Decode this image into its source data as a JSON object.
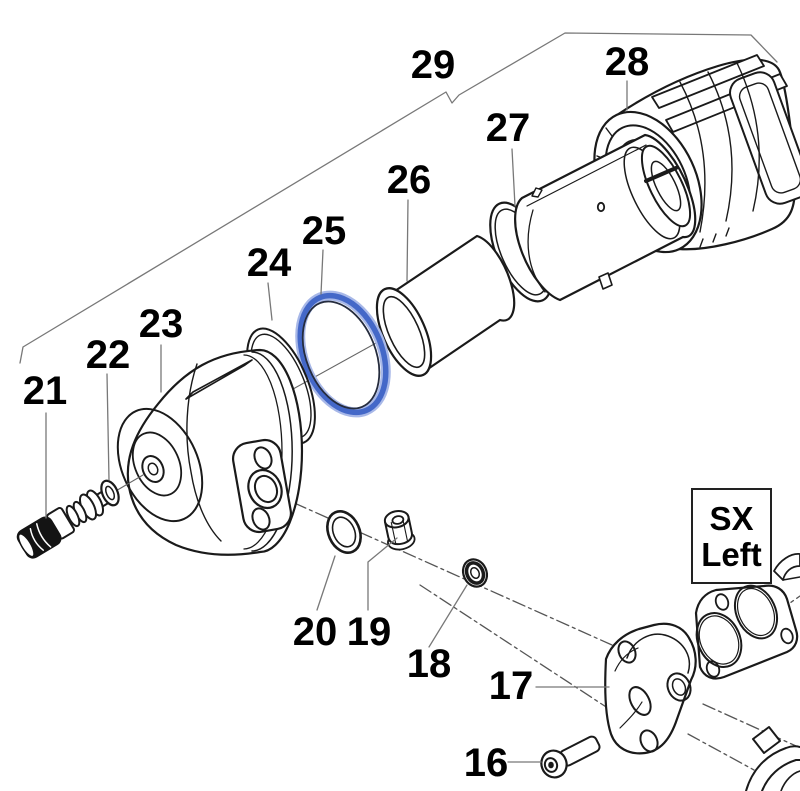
{
  "colors": {
    "background": "#ffffff",
    "line": "#1a1a1a",
    "leader": "#787878",
    "centerline": "#555555",
    "highlight": "#4468c8",
    "highlight_halo": "#a8b8e8",
    "highlight_dark": "#252c3e"
  },
  "callouts": [
    {
      "label": "16"
    },
    {
      "label": "17"
    },
    {
      "label": "18"
    },
    {
      "label": "19"
    },
    {
      "label": "20"
    },
    {
      "label": "21"
    },
    {
      "label": "22"
    },
    {
      "label": "23"
    },
    {
      "label": "24"
    },
    {
      "label": "25"
    },
    {
      "label": "26"
    },
    {
      "label": "27"
    },
    {
      "label": "28"
    },
    {
      "label": "29"
    }
  ],
  "side_box": {
    "line1": "SX",
    "line2": "Left"
  }
}
